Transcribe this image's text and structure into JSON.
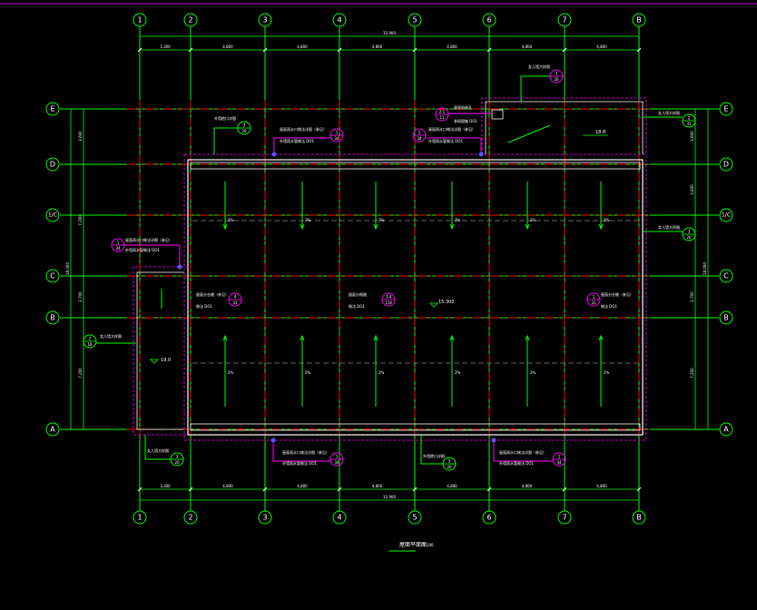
{
  "theme": {
    "background": "#000000",
    "grid_green": "#00ff00",
    "axis_red": "#ff0000",
    "wall_white": "#ffffff",
    "note_magenta": "#ff00ff",
    "top_border": "#cc00cc"
  },
  "drawing": {
    "title": "屋面平面图",
    "scale": "1:100",
    "columns": [
      "1",
      "2",
      "3",
      "4",
      "5",
      "6",
      "7",
      "B"
    ],
    "rows": [
      "E",
      "D",
      "1/C",
      "C",
      "B",
      "A"
    ],
    "dims": {
      "top_spans": [
        "3,300",
        "4,800",
        "4,800",
        "4,800",
        "4,800",
        "4,800",
        "4,800"
      ],
      "top_total": "32,900",
      "bottom_spans": [
        "3,300",
        "4,800",
        "4,800",
        "4,800",
        "4,800",
        "4,800",
        "4,800"
      ],
      "bottom_total": "32,900",
      "left_total": "18,000",
      "left_parts": [
        "3,600",
        "7,200",
        "2,700",
        "7,200"
      ],
      "right_total": "18,000",
      "right_parts": [
        "3,600",
        "3,600",
        "2,700",
        "7,200"
      ]
    },
    "notes": {
      "top_left_callout": "外墙檐口详图",
      "top_left_callout_num": "3",
      "top_left_callout_sheet": "20",
      "top_mid_left_a": "屋面雨水口做法详图（参见）",
      "top_mid_left_b": "外墙雨水管做法 DO1",
      "top_mid_left_num": "1",
      "top_mid_left_sheet": "34",
      "top_mid_right_a": "屋面雨水口做法详图（参见）",
      "top_mid_right_b": "外墙雨水管做法 DO1",
      "top_mid_right_num": "1",
      "top_mid_right_sheet": "34",
      "top_right_callout": "女儿墙大样图",
      "top_right_callout_num": "3",
      "top_right_callout_sheet": "20",
      "tower_title": "屋面检修孔",
      "tower_sub": "参照图集 DO1",
      "tower_num": "2-1",
      "tower_sheet": "11",
      "tower_elev": "18.8",
      "right_upper": "女儿墙大样图",
      "right_upper_num": "2",
      "right_upper_sheet": "31",
      "right_mid": "女儿墙大样图",
      "right_mid_num": "3",
      "right_mid_sheet": "20",
      "left_mid_a": "屋面雨水口做法详图（参见）",
      "left_mid_b": "外墙雨水管做法 DO1",
      "left_mid_num": "1",
      "left_mid_sheet": "34",
      "center_left": "屋面分仓缝（参见）",
      "center_left_b": "做法 DO1",
      "center_left_num": "4",
      "center_left_sheet": "31",
      "center_mid": "屋面分格缝",
      "center_mid_b": "做法 DO1",
      "center_mid_num": "3-4",
      "center_mid_sheet": "118",
      "center_elev": "15.300",
      "center_right": "屋面分仓缝（参见）",
      "center_right_b": "做法 DO1",
      "center_right_num": "1",
      "center_right_sheet": "31",
      "left_wing_callout": "女儿墙大样图",
      "left_wing_num": "2",
      "left_wing_sheet": "18",
      "left_wing_elev": "19.0",
      "bottom_left_callout": "女儿墙大样图",
      "bottom_left_num": "3",
      "bottom_left_sheet": "20",
      "bottom_mid_left_a": "屋面雨水口做法详图（参见）",
      "bottom_mid_left_b": "外墙雨水管做法 DO1",
      "bottom_mid_left_num": "1",
      "bottom_mid_left_sheet": "34",
      "bottom_mid_callout": "外墙檐口详图",
      "bottom_mid_num": "3",
      "bottom_mid_sheet": "20",
      "bottom_right_a": "屋面雨水口做法详图（参见）",
      "bottom_right_b": "外墙雨水管做法 DO1",
      "bottom_right_num": "1",
      "bottom_right_sheet": "34",
      "slope": "2%"
    }
  }
}
